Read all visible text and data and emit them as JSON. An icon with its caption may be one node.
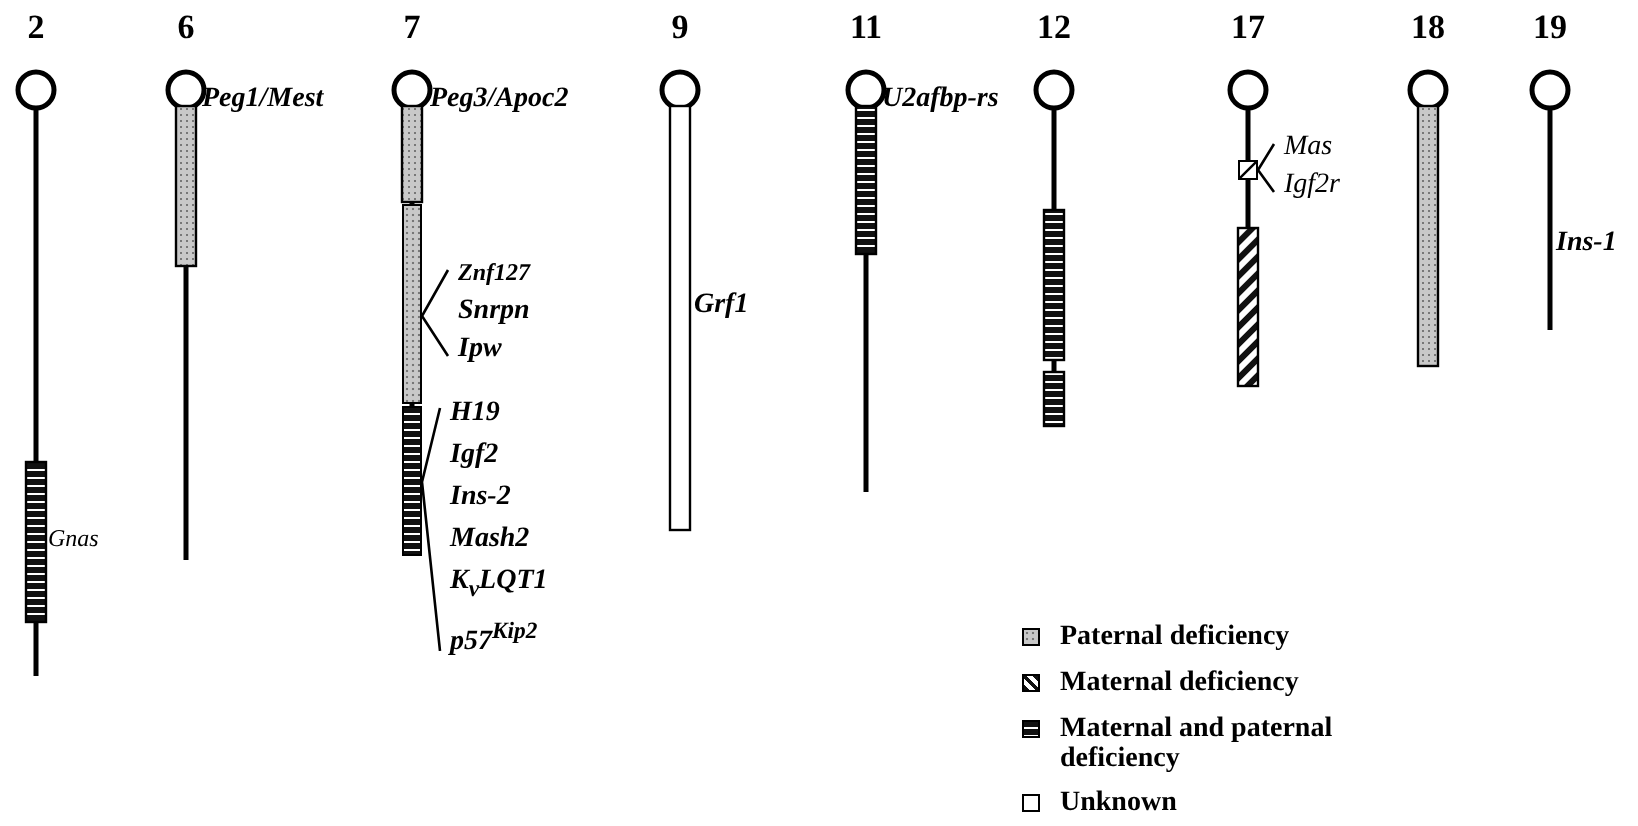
{
  "diagram": {
    "nodes": [
      {
        "text": [
          "Znf127",
          "Snrpn",
          "Ipw"
        ]
      },
      {
        "text": [],
        "shape": "bar"
      },
      {
        "text": [
          "H19",
          "Igf2",
          "Ins-2",
          "Mash2",
          "K$_{v}$LQT1",
          "p57$^{Kip2}$"
        ]
      },
      {
        "text": [],
        "shape": "bar"
      },
      {
        "text": [
          "Mas",
          "Igf2r"
        ]
      },
      {
        "text": [],
        "shape": "box"
      }
    ],
    "edges": [
      {
        "from": 0,
        "to": 1,
        "arrow": "none"
      },
      {
        "from": 2,
        "to": 3,
        "arrow": "none"
      },
      {
        "from": 4,
        "to": 5,
        "arrow": "none"
      }
    ],
    "labels": [
      "2",
      "6",
      "7",
      "9",
      "11",
      "12",
      "17",
      "18",
      "19",
      "Peg1/Mest",
      "Peg3/Apoc2",
      "U2afbp-rs",
      "Ins-1",
      "Grf1",
      "Gnas"
    ],
    "legend": [
      {
        "text": "Paternal deficiency"
      },
      {
        "text": "Maternal deficiency"
      },
      {
        "text": "Maternal and paternal deficiency"
      },
      {
        "text": "Unknown"
      }
    ]
  }
}
